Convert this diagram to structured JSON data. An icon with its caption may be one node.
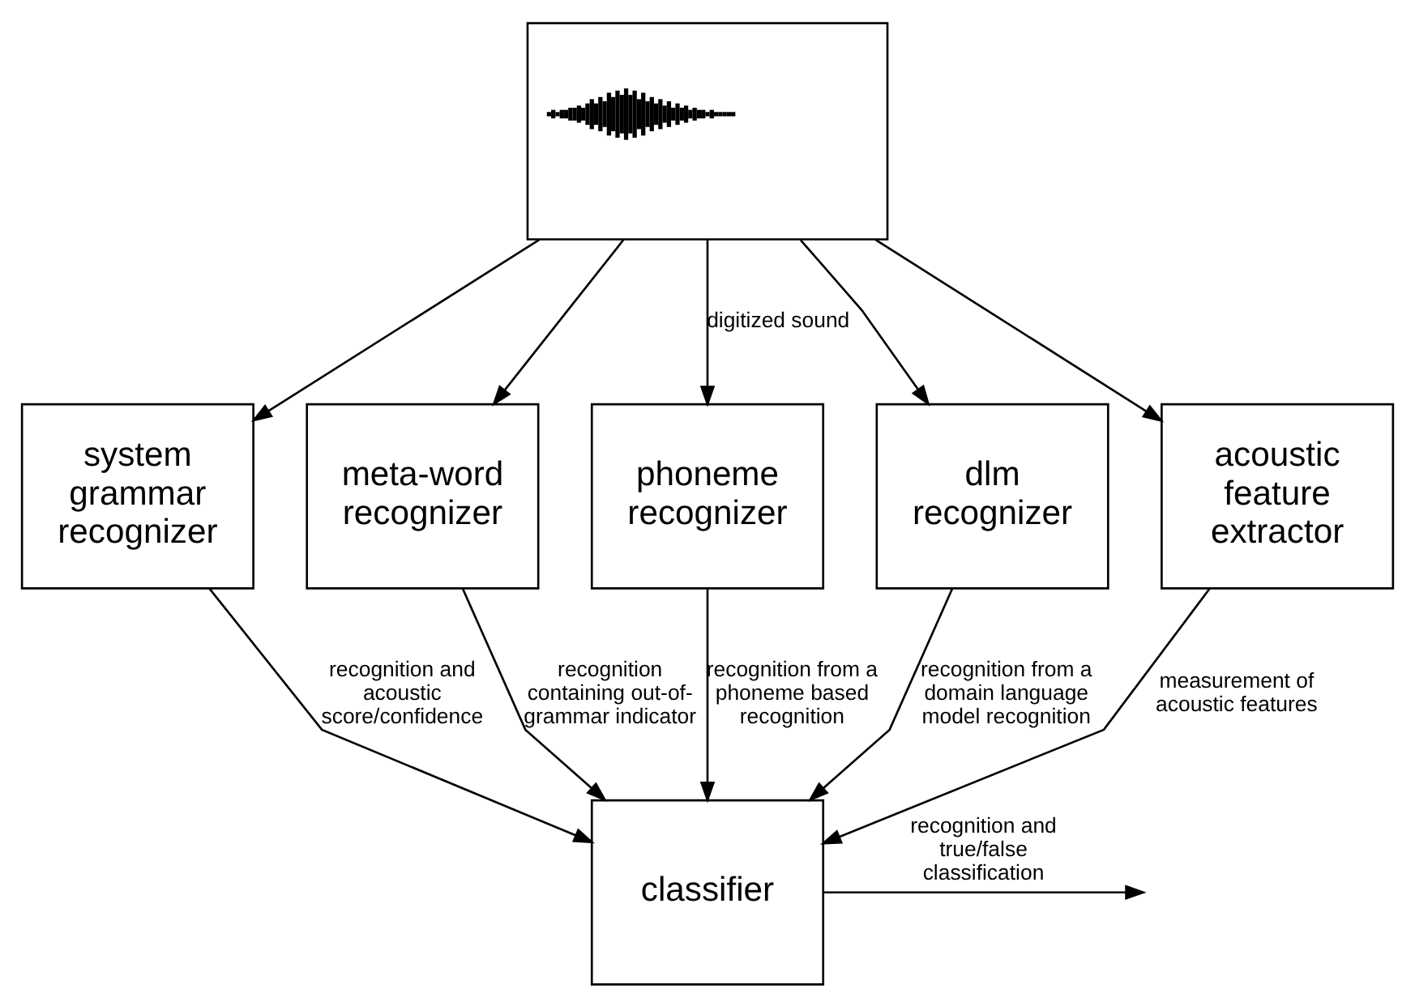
{
  "diagram": {
    "nodes": [
      {
        "text": [],
        "shape": "picture"
      },
      {
        "text": [
          "system grammar recognizer"
        ]
      },
      {
        "text": [
          "meta-word recognizer"
        ]
      },
      {
        "text": [
          "phoneme recognizer"
        ]
      },
      {
        "text": [
          "dlm recognizer"
        ]
      },
      {
        "text": [
          "acoustic feature extractor"
        ]
      },
      {
        "text": [
          "classifier"
        ]
      }
    ],
    "edges": [
      {
        "from": 0,
        "to": 1,
        "arrow": "to"
      },
      {
        "from": 0,
        "to": 2,
        "arrow": "to"
      },
      {
        "from": 0,
        "to": 3,
        "arrow": "to",
        "label": "digitized sound"
      },
      {
        "from": 0,
        "to": 4,
        "arrow": "to"
      },
      {
        "from": 0,
        "to": 5,
        "arrow": "to"
      },
      {
        "from": 1,
        "to": 6,
        "arrow": "to",
        "label": "recognition and acoustic score/confidence"
      },
      {
        "from": 2,
        "to": 6,
        "arrow": "to",
        "label": "recognition containing out-of-grammar indicator"
      },
      {
        "from": 3,
        "to": 6,
        "arrow": "to",
        "label": "recognition from a phoneme based recognition"
      },
      {
        "from": 4,
        "to": 6,
        "arrow": "to",
        "label": "recognition from a domain language model recognition"
      },
      {
        "from": 5,
        "to": 6,
        "arrow": "to",
        "label": "measurement of acoustic features"
      },
      {
        "from": 6,
        "to": null,
        "arrow": "to",
        "label": "recognition and true/false classification"
      }
    ]
  }
}
